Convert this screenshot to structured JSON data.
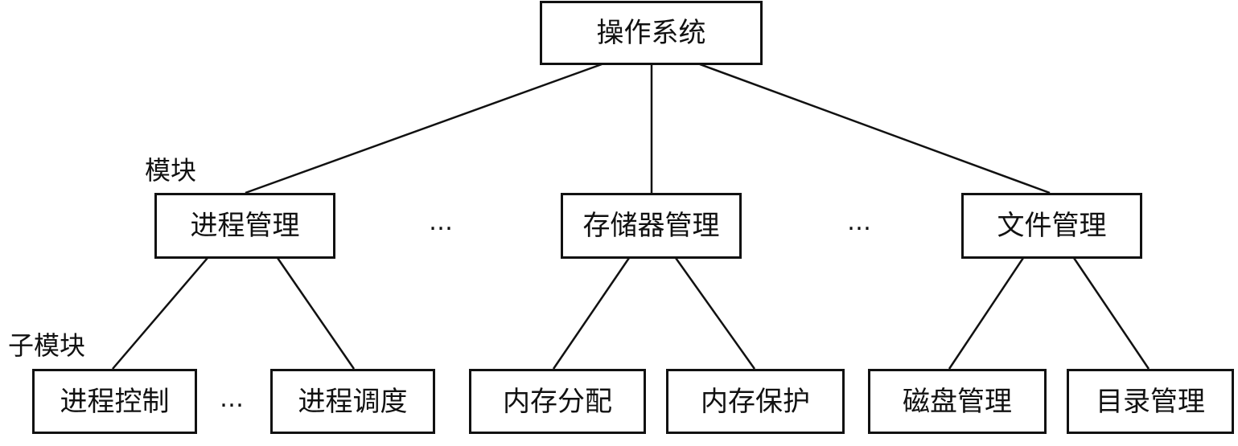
{
  "diagram": {
    "root": "操作系统",
    "level_labels": {
      "modules": "模块",
      "submodules": "子模块"
    },
    "modules": [
      {
        "id": "process",
        "label": "进程管理",
        "children": [
          "进程控制",
          "进程调度"
        ]
      },
      {
        "id": "storage",
        "label": "存储器管理",
        "children": [
          "内存分配",
          "内存保护"
        ]
      },
      {
        "id": "file",
        "label": "文件管理",
        "children": [
          "磁盘管理",
          "目录管理"
        ]
      }
    ],
    "ellipsis": "…"
  }
}
